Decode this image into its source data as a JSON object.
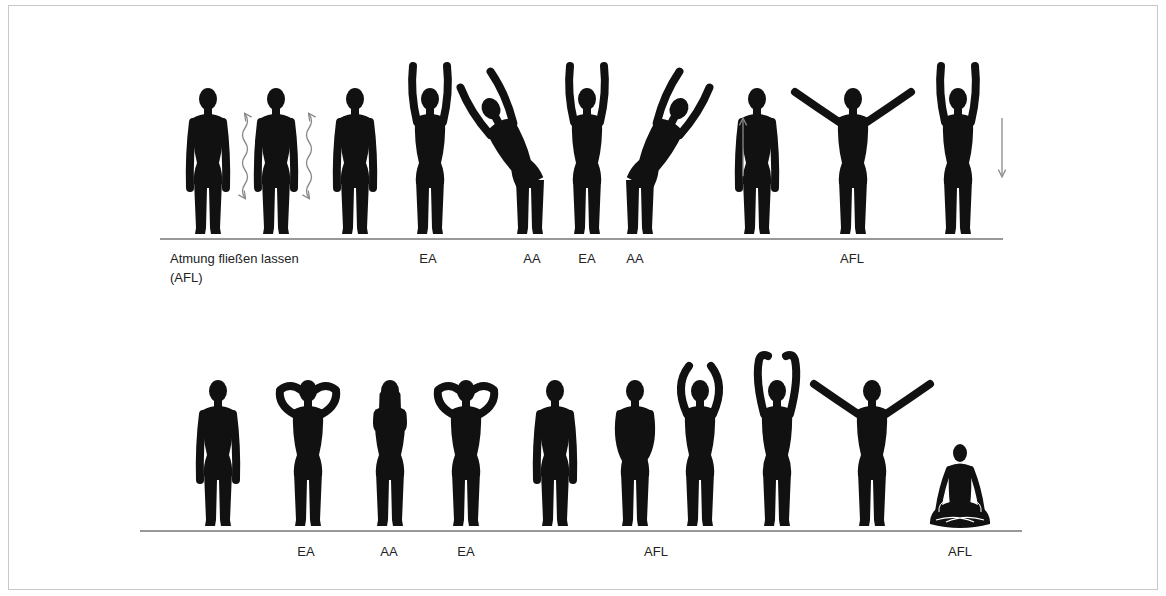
{
  "diagram": {
    "labels": [
      "Atmung fließen lassen (AFL)",
      "EA",
      "AA",
      "EA",
      "AA",
      "AFL",
      "EA",
      "AA",
      "EA",
      "AFL",
      "AFL"
    ]
  }
}
